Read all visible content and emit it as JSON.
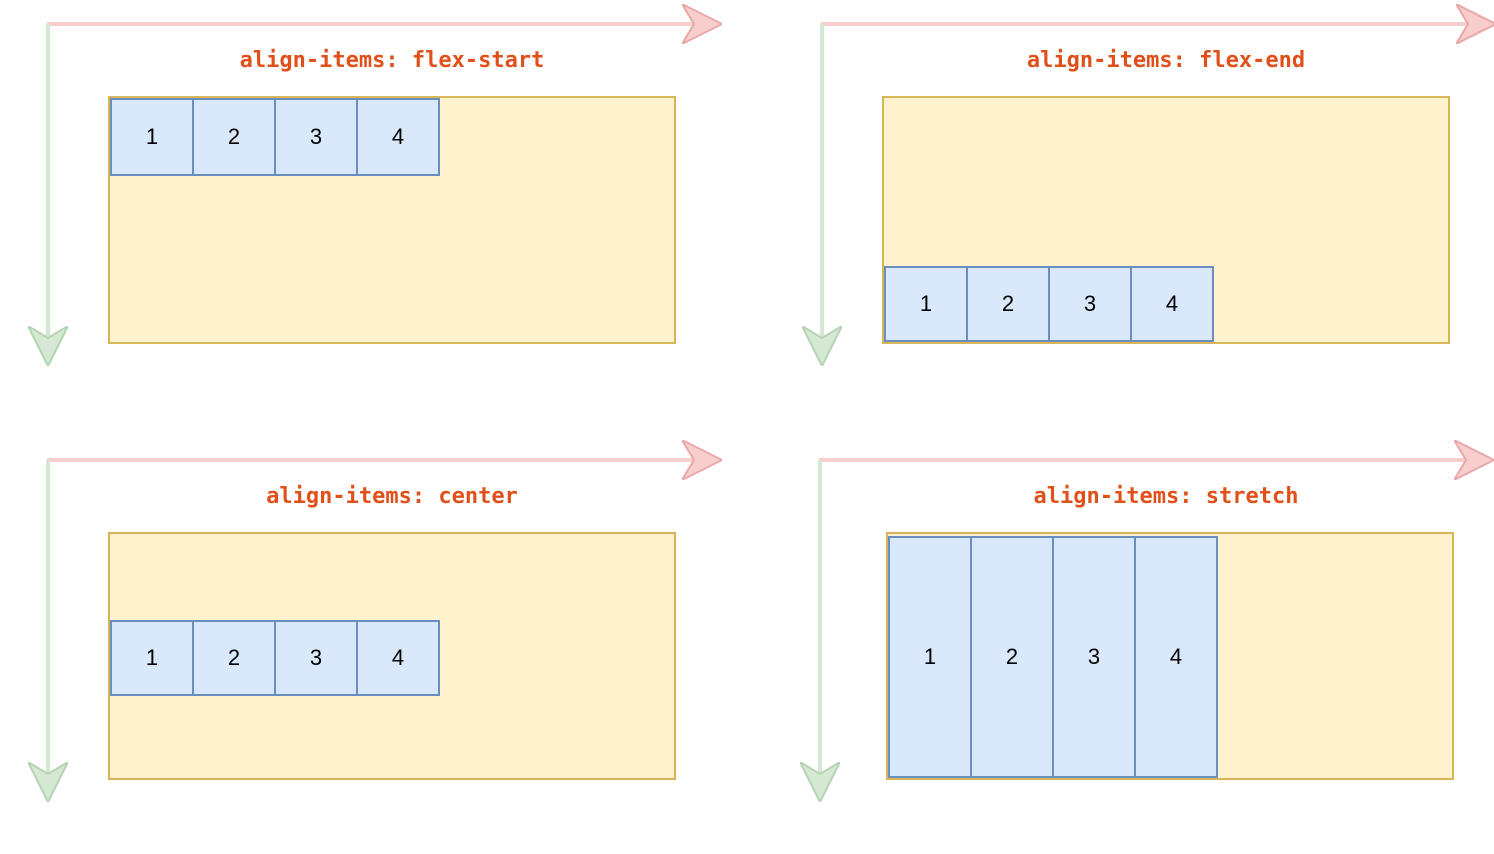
{
  "colors": {
    "title": "#e0501a",
    "container_fill": "#fff2cc",
    "container_stroke": "#d6b656",
    "item_fill": "#dae8fc",
    "item_stroke": "#6c8ebf",
    "main_axis": "#f8cecc",
    "cross_axis": "#d5e8d4"
  },
  "panels": [
    {
      "title": "align-items: flex-start",
      "align": "flex-start",
      "items": [
        "1",
        "2",
        "3",
        "4"
      ]
    },
    {
      "title": "align-items: flex-end",
      "align": "flex-end",
      "items": [
        "1",
        "2",
        "3",
        "4"
      ]
    },
    {
      "title": "align-items: center",
      "align": "center",
      "items": [
        "1",
        "2",
        "3",
        "4"
      ]
    },
    {
      "title": "align-items: stretch",
      "align": "stretch",
      "items": [
        "1",
        "2",
        "3",
        "4"
      ]
    }
  ]
}
